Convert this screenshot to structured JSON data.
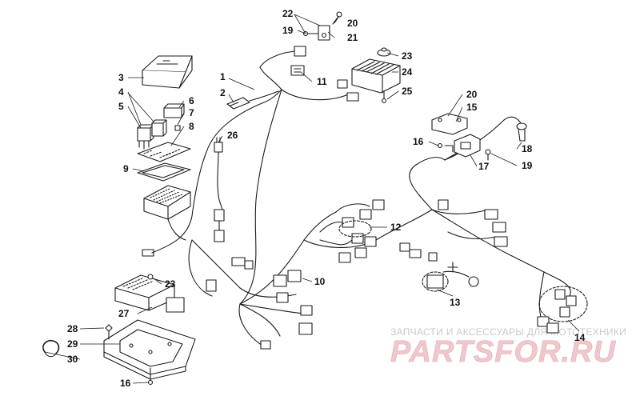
{
  "diagram": {
    "callouts": {
      "c1": "1",
      "c2": "2",
      "c3": "3",
      "c4": "4",
      "c5": "5",
      "c6": "6",
      "c7": "7",
      "c8": "8",
      "c9": "9",
      "c10": "10",
      "c11": "11",
      "c12": "12",
      "c13": "13",
      "c14": "14",
      "c15": "15",
      "c16a": "16",
      "c16b": "16",
      "c17": "17",
      "c18": "18",
      "c19a": "19",
      "c19b": "19",
      "c20a": "20",
      "c20b": "20",
      "c21": "21",
      "c22": "22",
      "c23a": "23",
      "c23b": "23",
      "c24": "24",
      "c25": "25",
      "c26": "26",
      "c27": "27",
      "c28": "28",
      "c29": "29",
      "c30": "30"
    }
  },
  "watermark": {
    "subtitle": "ЗАПЧАСТИ И АКСЕССУАРЫ ДЛЯ МОТОТЕХНИКИ",
    "brand": "PARTSFOR.RU"
  },
  "colors": {
    "line": "#1a1a1a",
    "watermark_fill": "#f0c8cc",
    "watermark_text": "#c9c9c9"
  }
}
